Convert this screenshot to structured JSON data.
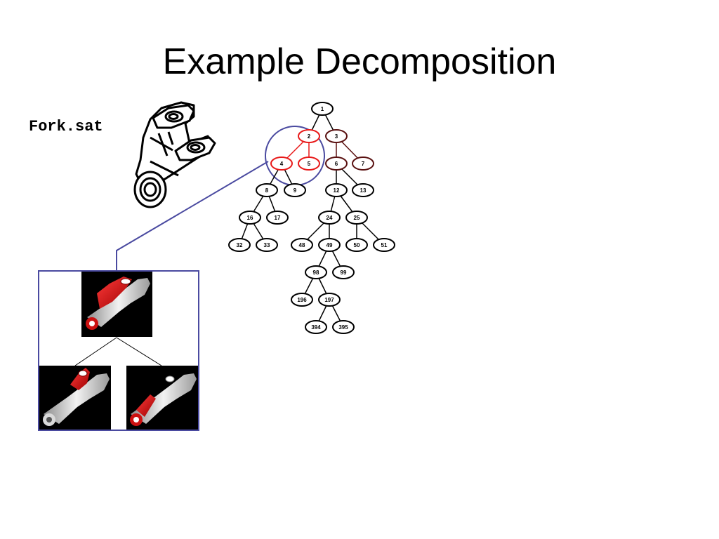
{
  "slide": {
    "title": "Example Decomposition",
    "file_label": "Fork.sat"
  },
  "tree": {
    "nodes": [
      "1",
      "2",
      "3",
      "4",
      "5",
      "6",
      "7",
      "8",
      "9",
      "12",
      "13",
      "16",
      "17",
      "24",
      "25",
      "32",
      "33",
      "48",
      "49",
      "50",
      "51",
      "98",
      "99",
      "196",
      "197",
      "394",
      "395"
    ],
    "edges": [
      [
        "1",
        "2"
      ],
      [
        "1",
        "3"
      ],
      [
        "2",
        "4"
      ],
      [
        "2",
        "5"
      ],
      [
        "3",
        "6"
      ],
      [
        "3",
        "7"
      ],
      [
        "4",
        "8"
      ],
      [
        "4",
        "9"
      ],
      [
        "6",
        "12"
      ],
      [
        "6",
        "13"
      ],
      [
        "8",
        "16"
      ],
      [
        "8",
        "17"
      ],
      [
        "12",
        "24"
      ],
      [
        "12",
        "25"
      ],
      [
        "16",
        "32"
      ],
      [
        "16",
        "33"
      ],
      [
        "24",
        "48"
      ],
      [
        "24",
        "49"
      ],
      [
        "25",
        "50"
      ],
      [
        "25",
        "51"
      ],
      [
        "49",
        "98"
      ],
      [
        "49",
        "99"
      ],
      [
        "98",
        "196"
      ],
      [
        "98",
        "197"
      ],
      [
        "197",
        "394"
      ],
      [
        "197",
        "395"
      ]
    ],
    "highlighted_red": [
      "2",
      "4",
      "5"
    ],
    "highlighted_dark_red": [
      "3",
      "6",
      "7"
    ]
  },
  "colors": {
    "red": "#e81919",
    "dark_red": "#5a1111",
    "blue": "#4a4aa0",
    "black": "#000000",
    "part_highlight": "#cc1111",
    "part_gray": "#d9d9d9"
  },
  "icons": {
    "fork_drawing": "fork-part-line-drawing-icon",
    "render_top": "fork-render-top-icon",
    "render_left": "fork-render-left-icon",
    "render_right": "fork-render-right-icon"
  }
}
